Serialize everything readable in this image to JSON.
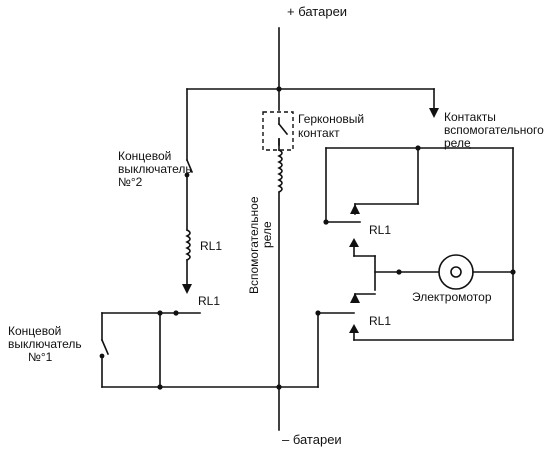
{
  "labels": {
    "plus_battery": "+ батареи",
    "minus_battery": "– батареи",
    "reed": [
      "Герконовый",
      "контакт"
    ],
    "aux_contacts": [
      "Контакты",
      "вспомогательного",
      "реле"
    ],
    "aux_relay": [
      "Вспомогательное",
      "реле"
    ],
    "limit2": [
      "Концевой",
      "выключатель",
      "№°2"
    ],
    "limit1": [
      "Концевой",
      "выключатель",
      "№°1"
    ],
    "rl1_coil": "RL1",
    "rl1_contact_left": "RL1",
    "rl1_contact_upper": "RL1",
    "rl1_contact_lower": "RL1",
    "motor": "Электромотор"
  }
}
